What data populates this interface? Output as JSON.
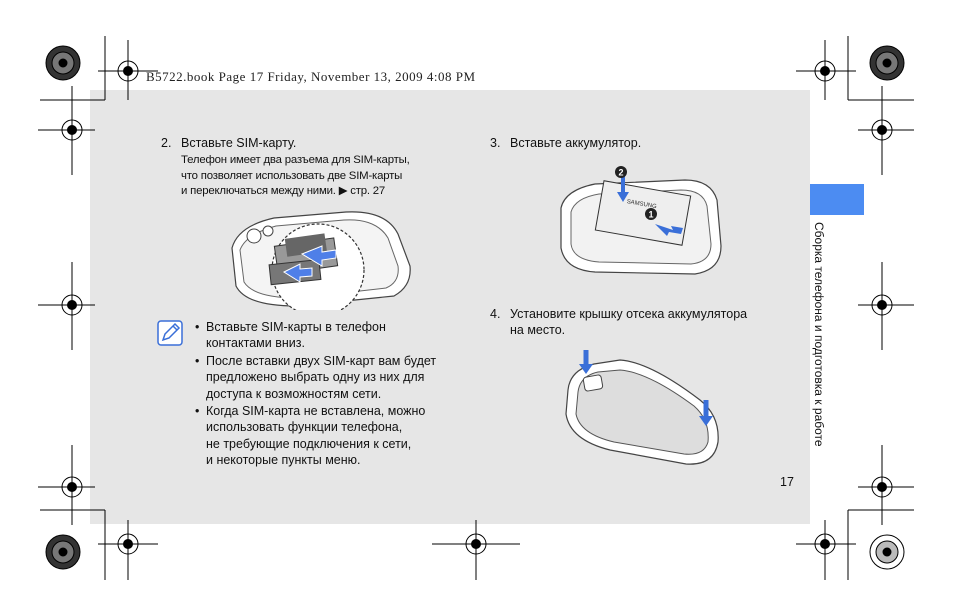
{
  "header": {
    "text": "B5722.book  Page 17  Friday, November 13, 2009  4:08 PM"
  },
  "step2": {
    "number": "2.",
    "title": "Вставьте SIM-карту.",
    "desc_lines": [
      "Телефон имеет два разъема для SIM-карты,",
      "что позволяет использовать две SIM-карты",
      "и переключаться между ними. ▶ стр. 27"
    ]
  },
  "notes": {
    "icon": "note-pencil-icon",
    "items": [
      [
        "Вставьте SIM-карты в телефон",
        "контактами вниз."
      ],
      [
        "После вставки двух SIM-карт вам будет",
        "предложено выбрать одну из них для",
        "доступа к возможностям сети."
      ],
      [
        "Когда SIM-карта не вставлена, можно",
        "использовать функции телефона,",
        "не требующие подключения к сети,",
        "и некоторые пункты меню."
      ]
    ]
  },
  "step3": {
    "number": "3.",
    "title": "Вставьте аккумулятор.",
    "battery_label": "SAMSUNG",
    "callout1": "1",
    "callout2": "2"
  },
  "step4": {
    "number": "4.",
    "title_lines": [
      "Установите крышку отсека аккумулятора",
      "на место."
    ]
  },
  "side_tab": {
    "label": "Сборка телефона и подготовка к работе",
    "color": "#4c8cf2"
  },
  "page_number": "17"
}
